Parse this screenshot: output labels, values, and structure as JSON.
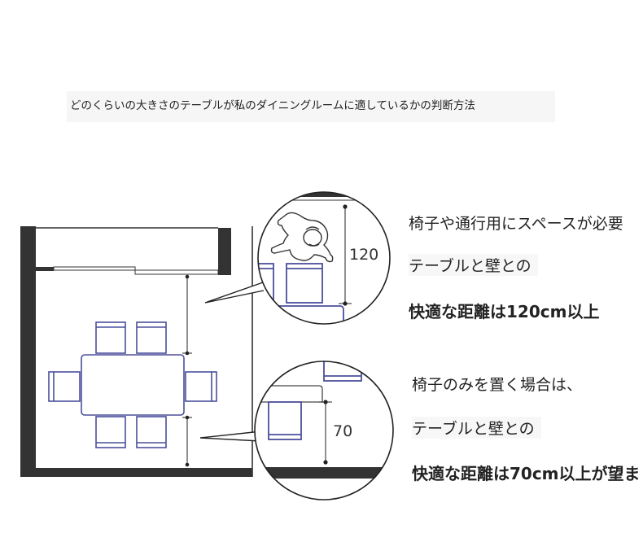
{
  "header": {
    "title": "どのくらいの大きさのテーブルが私のダイニングルームに適しているかの判断方法"
  },
  "dimensions": {
    "upper": "120",
    "lower": "70"
  },
  "notes": {
    "upper_line1": "椅子や通行用にスペースが必要",
    "upper_line2": "テーブルと壁との",
    "upper_line3": "快適な距離は120cm以上",
    "lower_line1": "椅子のみを置く場合は、",
    "lower_line2": "テーブルと壁との",
    "lower_line3": "快適な距離は70cm以上が望ま"
  },
  "colors": {
    "wall": "#333333",
    "furniture": "#4b4f9a",
    "line": "#222222"
  }
}
